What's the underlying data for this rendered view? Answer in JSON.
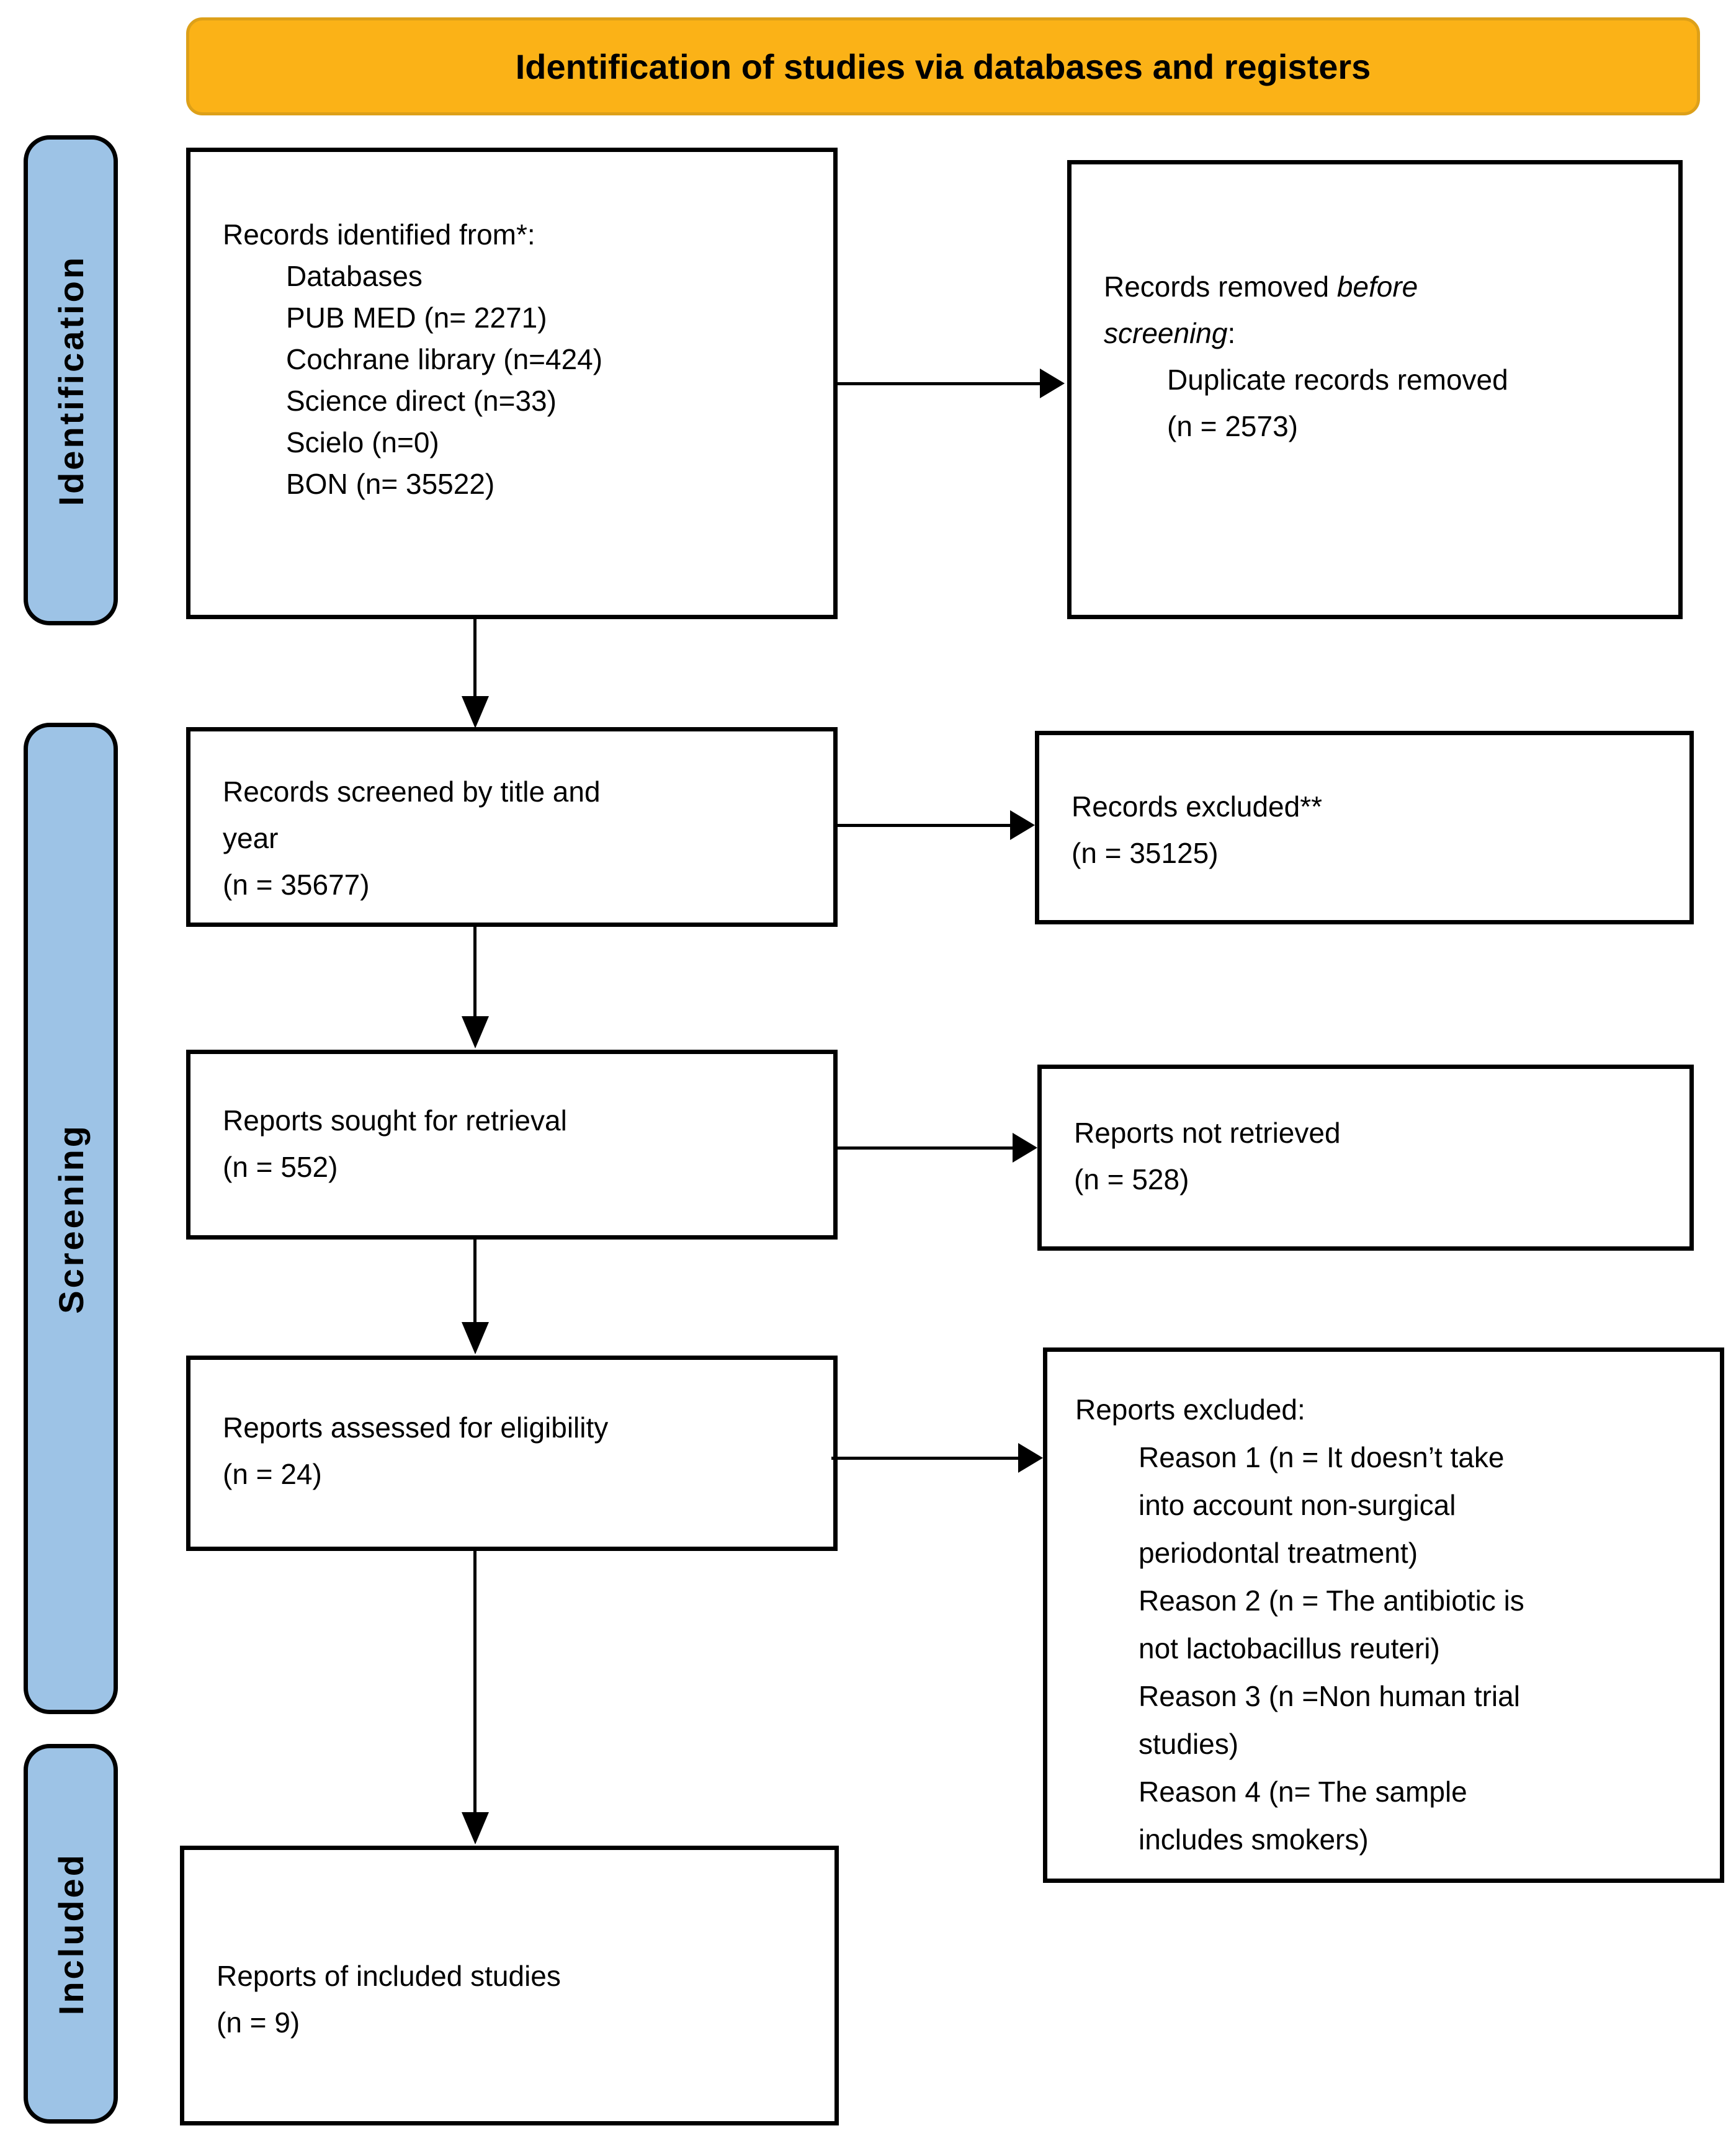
{
  "colors": {
    "banner_fill": "#FBB217",
    "banner_border": "#DDA019",
    "stage_fill": "#9DC3E6",
    "box_border": "#000000"
  },
  "header": {
    "title": "Identification of studies via databases and registers"
  },
  "sidebar": {
    "identification": "Identification",
    "screening": "Screening",
    "included": "Included"
  },
  "boxes": {
    "records_identified": {
      "lines": [
        {
          "text": "Records identified from*:"
        },
        {
          "text": "Databases",
          "indent": true
        },
        {
          "text": "PUB MED (n= 2271)",
          "indent": true
        },
        {
          "text": "Cochrane library (n=424)",
          "indent": true
        },
        {
          "text": "Science direct (n=33)",
          "indent": true
        },
        {
          "text": "Scielo (n=0)",
          "indent": true
        },
        {
          "text": "BON (n= 35522)",
          "indent": true
        }
      ]
    },
    "records_removed": {
      "lines": [
        {
          "runs": [
            {
              "text": "Records removed "
            },
            {
              "text": "before",
              "italic": true
            }
          ]
        },
        {
          "runs": [
            {
              "text": "screening",
              "italic": true
            },
            {
              "text": ":"
            }
          ]
        },
        {
          "text": "Duplicate records removed",
          "indent": true
        },
        {
          "text": "(n = 2573)",
          "indent": true
        }
      ]
    },
    "records_screened": {
      "lines": [
        {
          "text": "Records screened by title and"
        },
        {
          "text": "year"
        },
        {
          "text": "(n = 35677)"
        }
      ]
    },
    "records_excluded": {
      "lines": [
        {
          "text": "Records excluded**"
        },
        {
          "text": "(n = 35125)"
        }
      ]
    },
    "reports_sought": {
      "lines": [
        {
          "text": "Reports sought for retrieval"
        },
        {
          "text": "(n = 552)"
        }
      ]
    },
    "reports_not_retrieved": {
      "lines": [
        {
          "text": "Reports not retrieved"
        },
        {
          "text": "(n = 528)"
        }
      ]
    },
    "reports_assessed": {
      "lines": [
        {
          "text": "Reports assessed for eligibility"
        },
        {
          "text": "(n = 24)"
        }
      ]
    },
    "reports_excluded_reasons": {
      "lines": [
        {
          "text": "Reports excluded:"
        },
        {
          "text": "Reason 1 (n = It doesn’t take",
          "indent": true
        },
        {
          "text": "into account non-surgical",
          "indent": true
        },
        {
          "text": "periodontal treatment)",
          "indent": true
        },
        {
          "text": "Reason 2 (n = The antibiotic is",
          "indent": true
        },
        {
          "text": "not lactobacillus reuteri)",
          "indent": true
        },
        {
          "text": "Reason 3 (n =Non human trial",
          "indent": true
        },
        {
          "text": "studies)",
          "indent": true
        },
        {
          "text": "Reason 4 (n= The sample",
          "indent": true
        },
        {
          "text": "includes smokers)",
          "indent": true
        }
      ]
    },
    "reports_included": {
      "lines": [
        {
          "text": "Reports of included studies"
        },
        {
          "text": "(n = 9)"
        }
      ]
    }
  }
}
